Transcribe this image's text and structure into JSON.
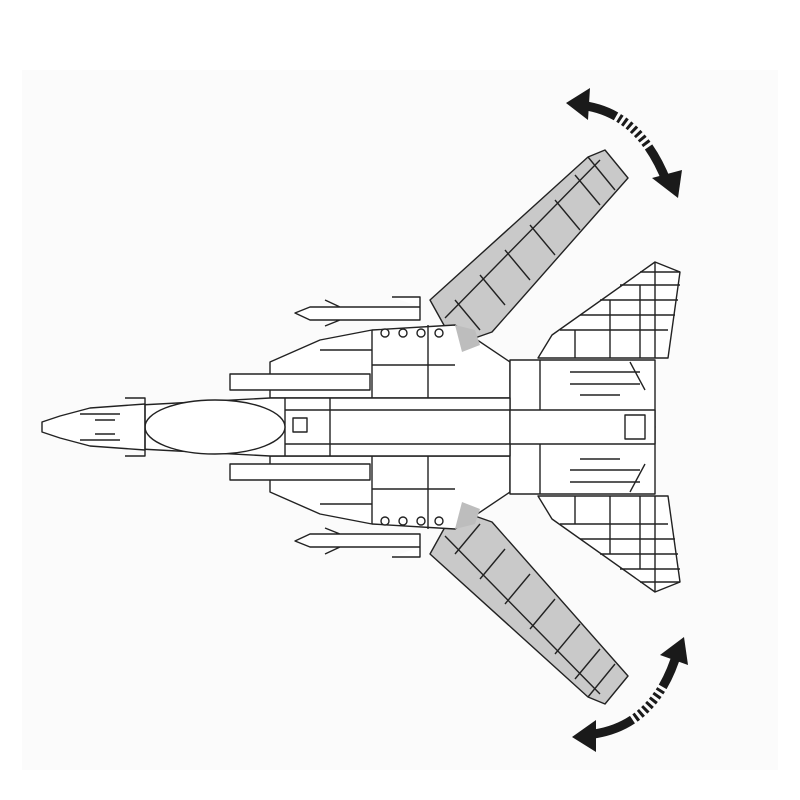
{
  "illustration": {
    "subject": "jet-model-top-view",
    "colors": {
      "background": "#ffffff",
      "panel": "#fbfbfb",
      "outline": "#222222",
      "wing_fill": "#c9c9c9",
      "arrow": "#1a1a1a"
    },
    "arrows": [
      "swing-wing-arrow-top",
      "swing-wing-arrow-bottom"
    ]
  }
}
